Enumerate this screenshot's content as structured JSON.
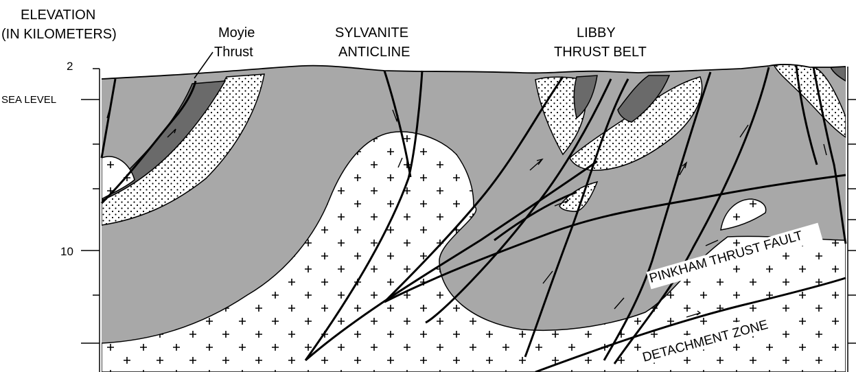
{
  "axis": {
    "title_line1": "ELEVATION",
    "title_line2": "(IN KILOMETERS)",
    "tick_top": "2",
    "tick_sea_level": "SEA LEVEL",
    "tick_mid": "10"
  },
  "labels": {
    "moyie_line1": "Moyie",
    "moyie_line2": "Thrust",
    "sylvanite_line1": "SYLVANITE",
    "sylvanite_line2": "ANTICLINE",
    "libby_line1": "LIBBY",
    "libby_line2": "THRUST BELT",
    "pinkham": "PINKHAM THRUST FAULT",
    "detachment": "DETACHMENT ZONE"
  },
  "colors": {
    "background": "#ffffff",
    "light_gray_rock": "#a8a8a8",
    "dark_gray_rock": "#6a6a6a",
    "granite_white": "#ffffff",
    "line": "#000000"
  }
}
